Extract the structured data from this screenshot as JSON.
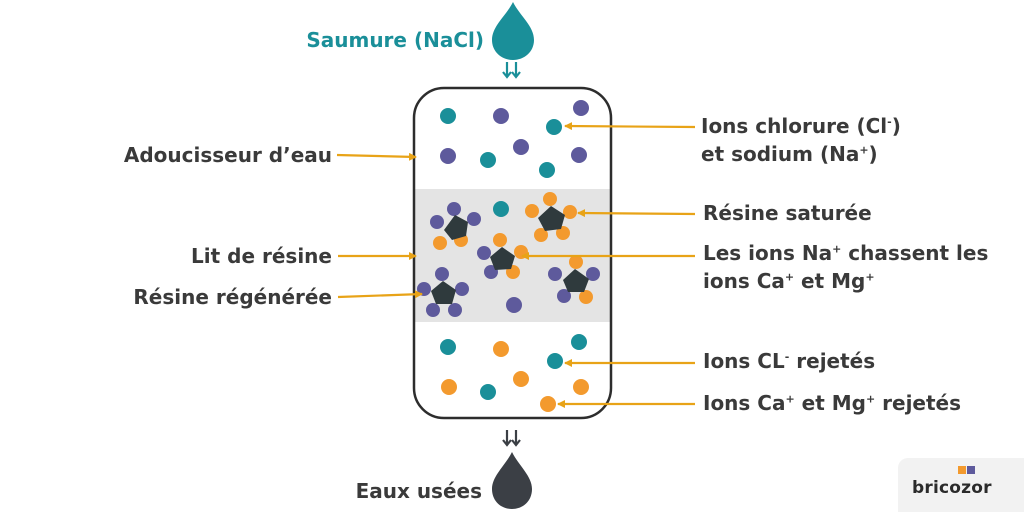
{
  "top_drop": {
    "label": "Saumure (NaCl)",
    "color": "#1a8f99"
  },
  "bottom_drop": {
    "label": "Eaux usées",
    "color": "#3b3f45"
  },
  "labels": {
    "adoucisseur": "Adoucisseur d’eau",
    "lit_resine": "Lit de résine",
    "resine_regeneree": "Résine régénérée",
    "ions_chlorure_line1_a": "Ions chlorure (Cl",
    "ions_chlorure_line1_sup": "-",
    "ions_chlorure_line1_b": ")",
    "ions_chlorure_line2_a": "et sodium (Na",
    "ions_chlorure_line2_sup": "+",
    "ions_chlorure_line2_b": ")",
    "resine_saturee": "Résine saturée",
    "na_line1_a": "Les ions Na",
    "na_line1_sup": "+",
    "na_line1_b": " chassent les",
    "na_line2_a": "ions Ca",
    "na_line2_sup1": "+",
    "na_line2_b": " et Mg",
    "na_line2_sup2": "+",
    "cl_rejetes_a": "Ions CL",
    "cl_rejetes_sup": "-",
    "cl_rejetes_b": " rejetés",
    "camg_rejetes_a": "Ions Ca",
    "camg_rejetes_sup1": "+",
    "camg_rejetes_b": " et Mg",
    "camg_rejetes_sup2": "+",
    "camg_rejetes_c": " rejetés"
  },
  "brand": {
    "name": "bricozor"
  },
  "colors": {
    "teal": "#1a8f99",
    "purple": "#5e5a9c",
    "orange": "#f39a2e",
    "dark": "#2f3a3d",
    "arrow": "#e8a317",
    "resin_band": "#e4e4e4",
    "text": "#3a3a3a"
  }
}
